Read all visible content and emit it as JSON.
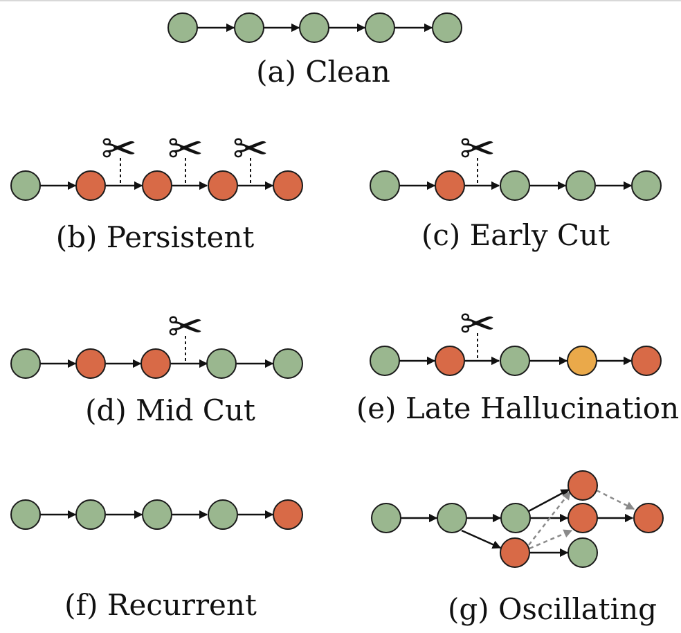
{
  "colors": {
    "clean": "#9ab78f",
    "hallucinated": "#d86a47",
    "late": "#eaa94a",
    "edge": "#111111",
    "dashed_edge": "#8a8a8a"
  },
  "icons": {
    "cut": "scissors-icon"
  },
  "panels": {
    "a": {
      "caption": "(a) Clean",
      "nodes": [
        "clean",
        "clean",
        "clean",
        "clean",
        "clean"
      ]
    },
    "b": {
      "caption": "(b) Persistent",
      "nodes": [
        "clean",
        "hallucinated",
        "hallucinated",
        "hallucinated",
        "hallucinated"
      ]
    },
    "c": {
      "caption": "(c) Early Cut",
      "nodes": [
        "clean",
        "hallucinated",
        "clean",
        "clean",
        "clean"
      ]
    },
    "d": {
      "caption": "(d) Mid Cut",
      "nodes": [
        "clean",
        "hallucinated",
        "hallucinated",
        "clean",
        "clean"
      ]
    },
    "e": {
      "caption": "(e) Late Hallucination",
      "nodes": [
        "clean",
        "hallucinated",
        "clean",
        "late",
        "hallucinated"
      ]
    },
    "f": {
      "caption": "(f) Recurrent",
      "nodes": [
        "clean",
        "clean",
        "clean",
        "clean",
        "hallucinated"
      ]
    },
    "g": {
      "caption": "(g) Oscillating",
      "nodes": [
        "clean",
        "clean",
        "clean",
        "hallucinated",
        "hallucinated",
        "hallucinated",
        "clean",
        "hallucinated"
      ]
    }
  }
}
